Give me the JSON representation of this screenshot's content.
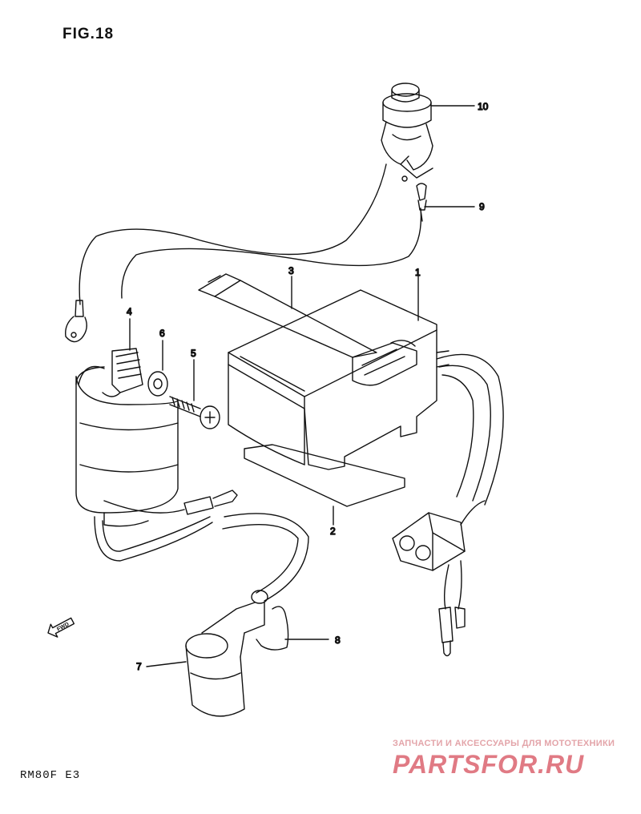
{
  "figure_title": "FIG.18",
  "model_code": "RM80F E3",
  "fwd_arrow_label": "FWD",
  "callouts": [
    "1",
    "2",
    "3",
    "4",
    "5",
    "6",
    "7",
    "8",
    "9",
    "10"
  ],
  "watermark": {
    "tagline": "ЗАПЧАСТИ И АКСЕССУАРЫ ДЛЯ МОТОТЕХНИКИ",
    "logo": "PARTSFOR.RU"
  }
}
